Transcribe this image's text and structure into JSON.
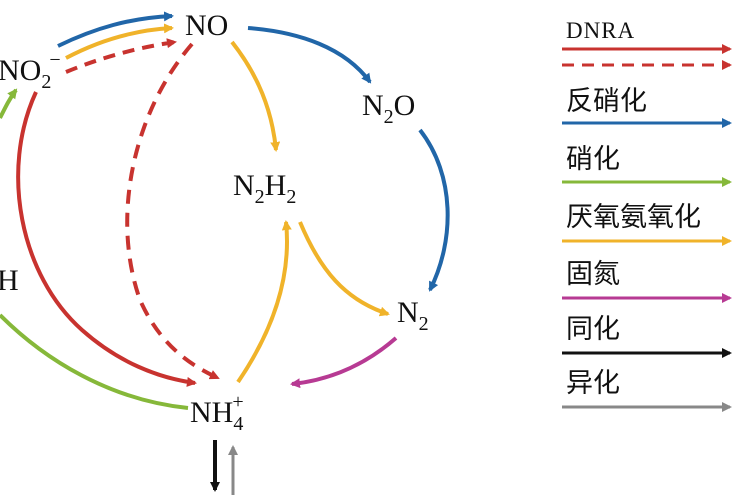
{
  "nodes": {
    "no": "NO",
    "no2": {
      "base": "NO",
      "sub": "2",
      "sup": "−"
    },
    "n2o": {
      "base": "N",
      "sub": "2",
      "tail": "O"
    },
    "n2h2": {
      "a": "N",
      "sub1": "2",
      "b": "H",
      "sub2": "2"
    },
    "n2": {
      "base": "N",
      "sub": "2"
    },
    "nh4": {
      "base": "NH",
      "sub": "4",
      "sup": "+"
    },
    "h_fragment": "H"
  },
  "legend": [
    {
      "label": "DNRA",
      "color": "#c8332f",
      "style": "solid+dashed"
    },
    {
      "label": "反硝化",
      "color": "#2166a8",
      "style": "solid"
    },
    {
      "label": "硝化",
      "color": "#86b83a",
      "style": "solid"
    },
    {
      "label": "厌氧氨氧化",
      "color": "#f0b32a",
      "style": "solid"
    },
    {
      "label": "固氮",
      "color": "#b73a93",
      "style": "solid"
    },
    {
      "label": "同化",
      "color": "#111111",
      "style": "solid"
    },
    {
      "label": "异化",
      "color": "#888888",
      "style": "solid"
    }
  ],
  "colors": {
    "dnra": "#c8332f",
    "denitrification": "#2166a8",
    "nitrification": "#86b83a",
    "anammox": "#f0b32a",
    "fixation": "#b73a93",
    "assimilation": "#111111",
    "dissimilation": "#888888"
  }
}
